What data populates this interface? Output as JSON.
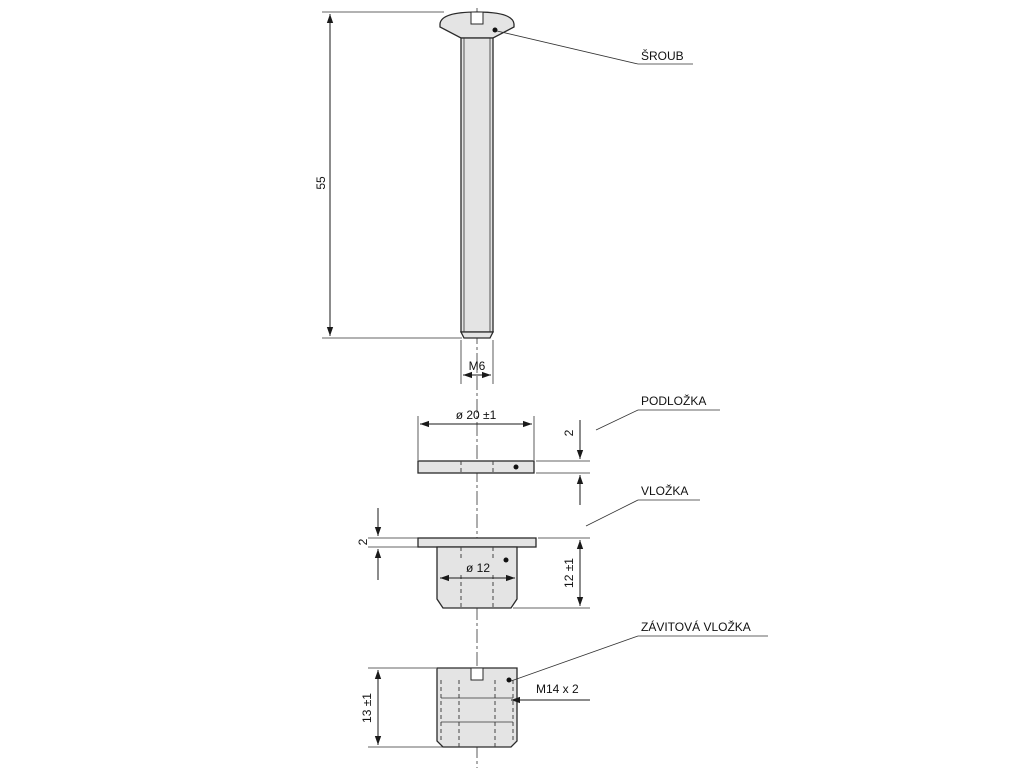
{
  "labels": {
    "screw": "ŠROUB",
    "washer": "PODLOŽKA",
    "insert": "VLOŽKA",
    "threaded_insert": "ZÁVITOVÁ VLOŽKA"
  },
  "dimensions": {
    "screw_length": "55",
    "screw_thread": "M6",
    "washer_diameter": "ø 20 ±1",
    "washer_thickness": "2",
    "insert_flange": "2",
    "insert_diameter": "ø 12",
    "insert_height": "12 ±1",
    "threaded_insert_thread": "M14 x 2",
    "threaded_insert_height": "13 ±1"
  }
}
